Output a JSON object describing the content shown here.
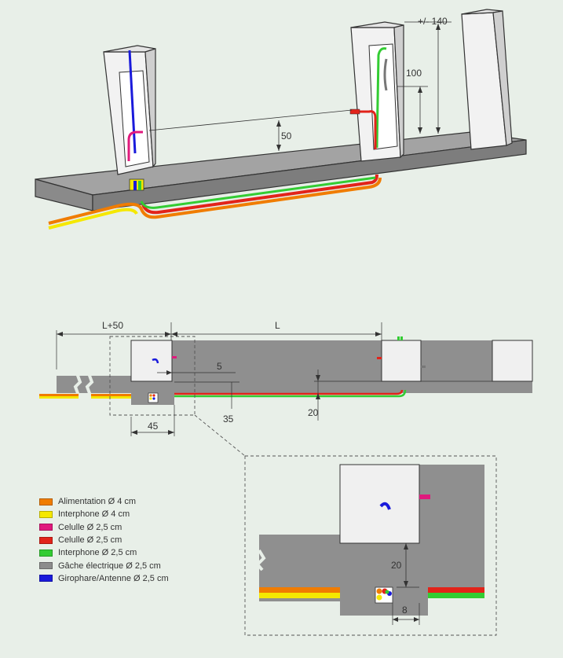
{
  "colors": {
    "background": "#e8efe8",
    "ground": "#9a9a9a",
    "box": "#f0f0f0",
    "outline": "#333333"
  },
  "dimensions_3d": {
    "d140": "+/- 140",
    "d100": "100",
    "d50": "50"
  },
  "plan": {
    "d_l50": "L+50",
    "d_l": "L",
    "d_5": "5",
    "d_35": "35",
    "d_20": "20",
    "d_45": "45"
  },
  "detail": {
    "d_20": "20",
    "d_8": "8"
  },
  "legend": [
    {
      "label": "Alimentation Ø 4 cm",
      "color": "#f07c00"
    },
    {
      "label": "Interphone Ø 4 cm",
      "color": "#f5e800"
    },
    {
      "label": "Celulle Ø 2,5 cm",
      "color": "#e0197d"
    },
    {
      "label": "Celulle Ø 2,5 cm",
      "color": "#e2231a"
    },
    {
      "label": "Interphone Ø 2,5 cm",
      "color": "#33cc33"
    },
    {
      "label": "Gâche électrique Ø 2,5 cm",
      "color": "#8c8c8c"
    },
    {
      "label": "Girophare/Antenne Ø 2,5 cm",
      "color": "#1a1adb"
    }
  ]
}
